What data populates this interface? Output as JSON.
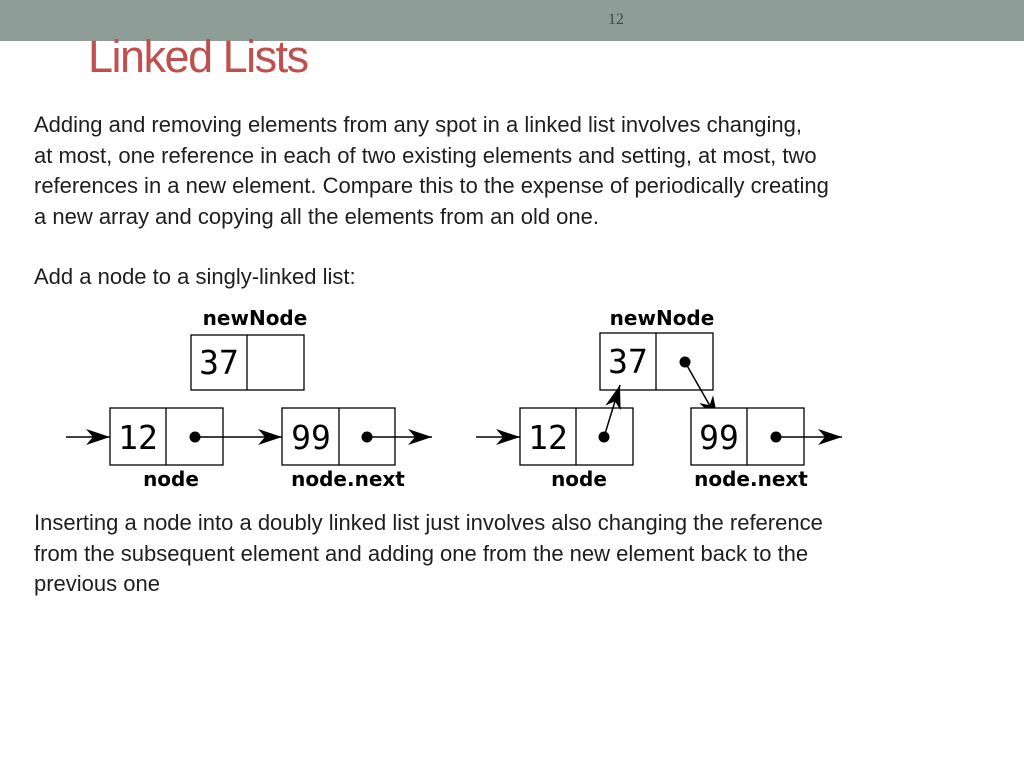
{
  "slide": {
    "number": "12",
    "title": "Linked Lists",
    "title_color": "#c0504d",
    "header_bar_color": "#8e9d97"
  },
  "body": {
    "paragraph1_lines": [
      "Adding and removing elements from any spot in a linked list involves changing,",
      "at most, one reference in each of two existing elements and setting, at most, two",
      "references in a new element. Compare this to the expense of periodically creating",
      "a new array and copying all the elements from an old one."
    ],
    "paragraph2": "Add a node to a singly-linked list:",
    "paragraph3_lines": [
      "Inserting a node into a doubly linked list just involves also changing the reference",
      "from the subsequent element and adding one from the new element back to the",
      "previous one"
    ]
  },
  "diagram": {
    "before": {
      "new_node_label": "newNode",
      "new_node_value": "37",
      "node_value": "12",
      "node_label": "node",
      "next_value": "99",
      "next_label": "node.next"
    },
    "after": {
      "new_node_label": "newNode",
      "new_node_value": "37",
      "node_value": "12",
      "node_label": "node",
      "next_value": "99",
      "next_label": "node.next"
    }
  }
}
